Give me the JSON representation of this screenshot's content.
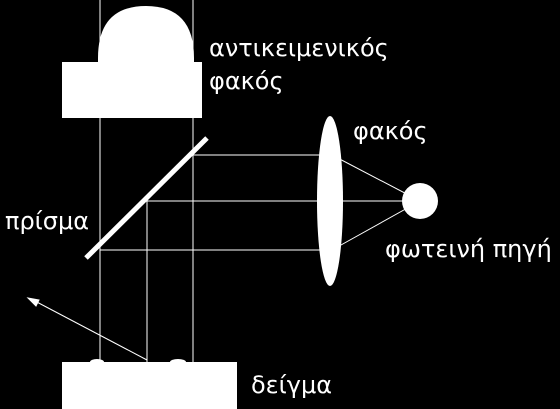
{
  "labels": {
    "objective_line1": "αντικειμενικός",
    "objective_line2": "φακός",
    "lens": "φακός",
    "prism": "πρίσμα",
    "light_source": "φωτεινή πηγή",
    "sample": "δείγμα"
  },
  "colors": {
    "background": "#000000",
    "foreground": "#ffffff"
  }
}
